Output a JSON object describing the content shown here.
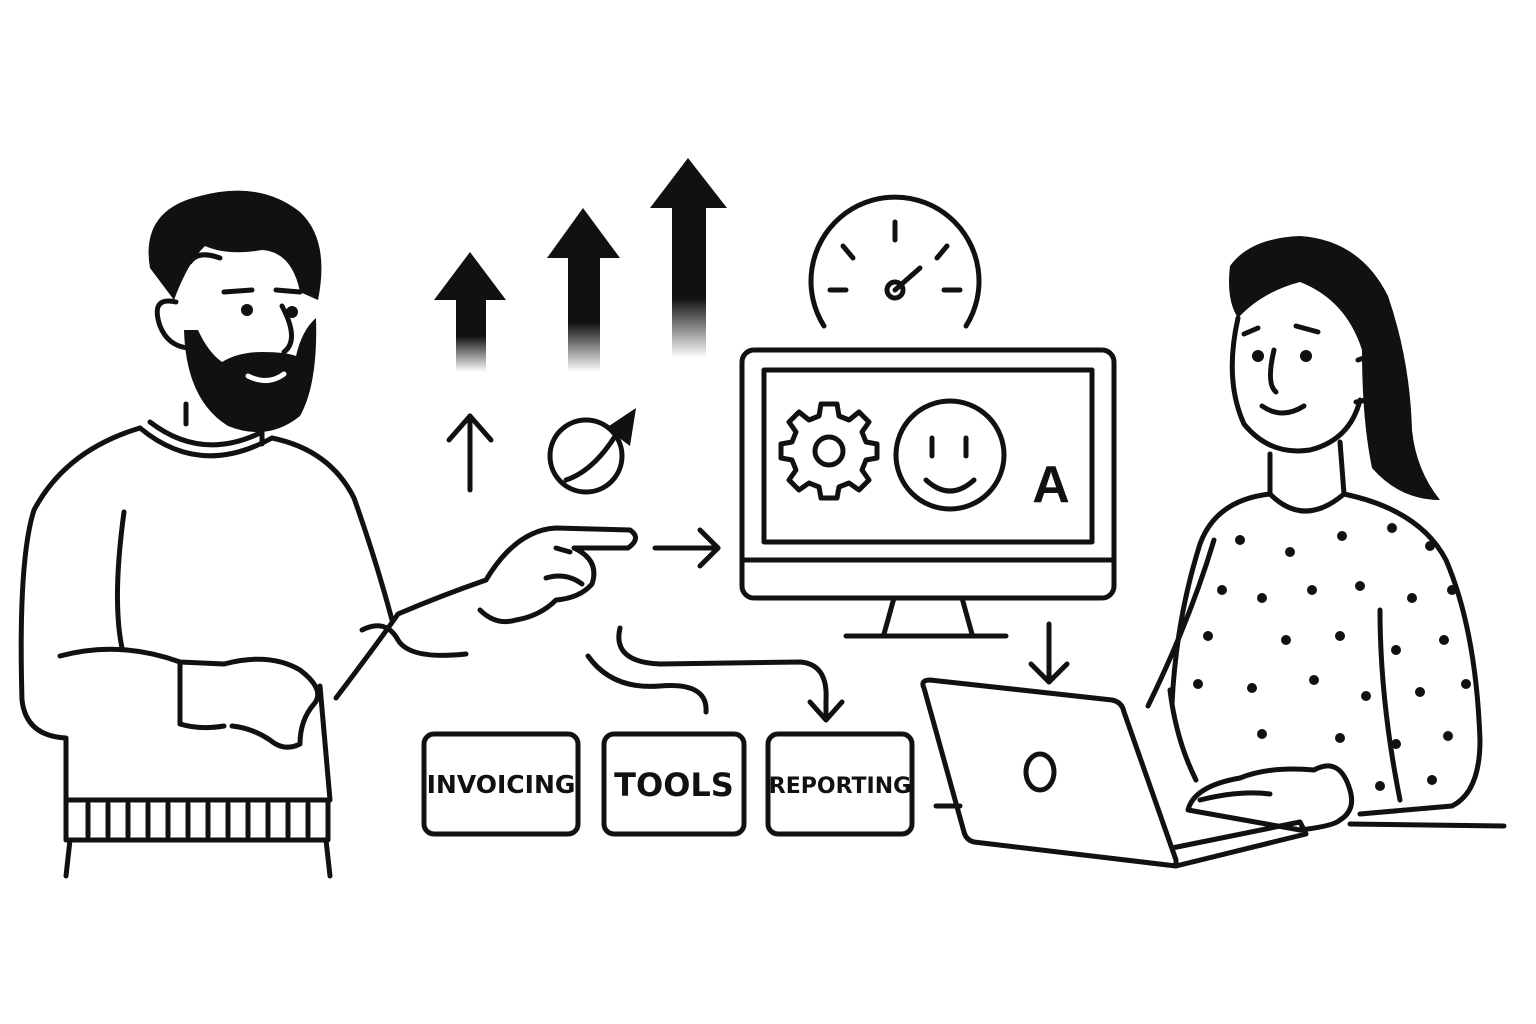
{
  "colors": {
    "ink": "#111111",
    "background": "#ffffff"
  },
  "modules": [
    {
      "label": "INVOICING",
      "icon": "none"
    },
    {
      "label": "TOOLS",
      "icon": "none"
    },
    {
      "label": "REPORTING",
      "icon": "none"
    }
  ],
  "monitor": {
    "screen_icons": [
      "gear-icon",
      "smiley-face-icon",
      "letter-a-icon"
    ],
    "letter": "A"
  },
  "icons": [
    "growth-arrow-icon",
    "speedometer-gauge-icon",
    "refresh-cycle-icon",
    "arrow-up-icon",
    "arrow-right-icon",
    "arrow-down-icon",
    "laptop-icon"
  ],
  "people": [
    {
      "role": "presenter",
      "description_icon": "bearded-man-pointing"
    },
    {
      "role": "user",
      "description_icon": "woman-using-laptop"
    }
  ]
}
